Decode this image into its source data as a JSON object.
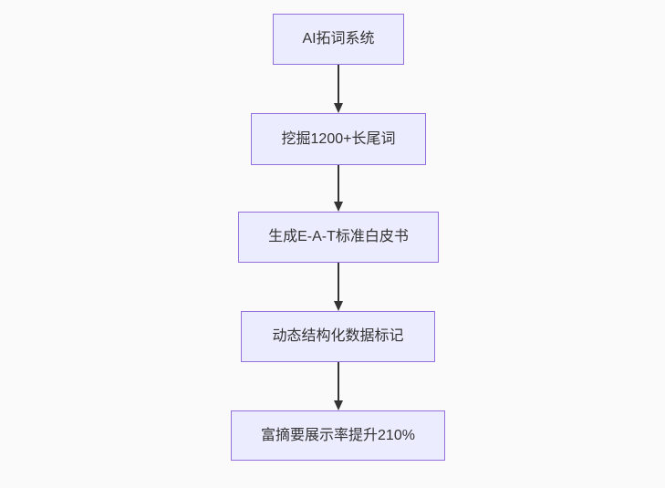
{
  "diagram": {
    "type": "flowchart",
    "direction": "top-down",
    "nodes": [
      {
        "id": "A",
        "label": "AI拓词系统"
      },
      {
        "id": "B",
        "label": "挖掘1200+长尾词"
      },
      {
        "id": "C",
        "label": "生成E-A-T标准白皮书"
      },
      {
        "id": "D",
        "label": "动态结构化数据标记"
      },
      {
        "id": "E",
        "label": "富摘要展示率提升210%"
      }
    ],
    "edges": [
      {
        "from": "AI拓词系统",
        "to": "挖掘1200+长尾词",
        "arrow": "down"
      },
      {
        "from": "挖掘1200+长尾词",
        "to": "生成E-A-T标准白皮书",
        "arrow": "down"
      },
      {
        "from": "生成E-A-T标准白皮书",
        "to": "动态结构化数据标记",
        "arrow": "down"
      },
      {
        "from": "动态结构化数据标记",
        "to": "富摘要展示率提升210%",
        "arrow": "down"
      }
    ]
  },
  "colors": {
    "background": "#fafafa",
    "node_fill": "#ececff",
    "node_border": "#9370db",
    "node_text": "#333333",
    "arrow": "#333333"
  }
}
